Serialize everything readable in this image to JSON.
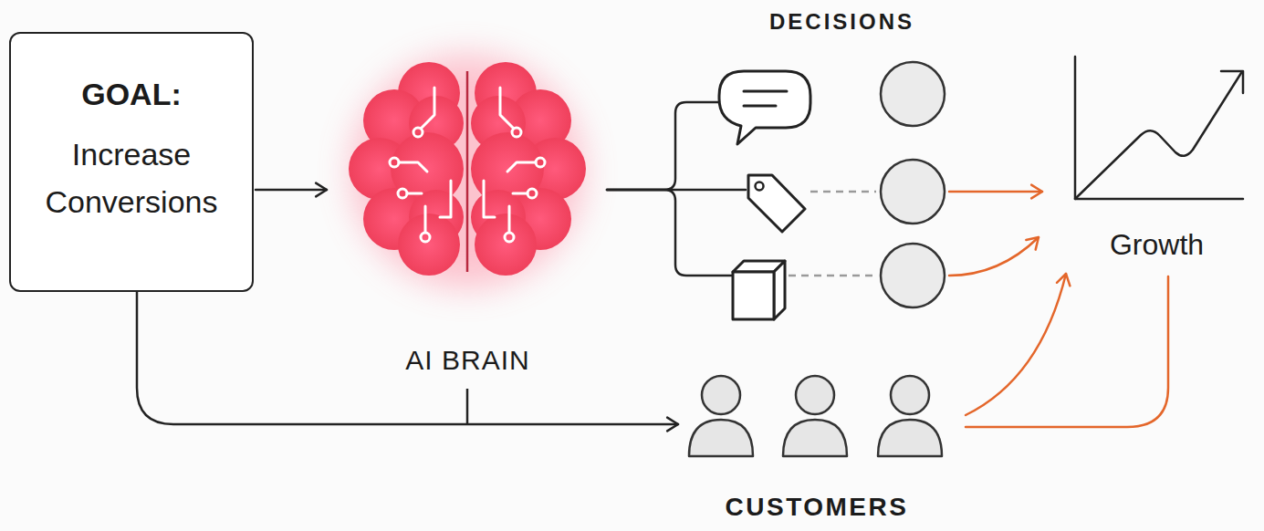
{
  "diagram": {
    "nodes": [
      {
        "text": [
          "GOAL:",
          "Increase Conversions"
        ]
      },
      {
        "text": [
          "AI BRAIN"
        ]
      },
      {
        "text": [
          "DECISIONS"
        ]
      },
      {
        "text": [
          "Growth"
        ]
      },
      {
        "text": [
          "CUSTOMERS"
        ]
      }
    ],
    "edges": [
      {
        "from": 0,
        "to": 1,
        "arrow": "to"
      },
      {
        "from": 1,
        "to": 2,
        "arrow": "none"
      },
      {
        "from": 2,
        "to": 3,
        "arrow": "to"
      },
      {
        "from": 0,
        "to": 4,
        "arrow": "to"
      },
      {
        "from": 4,
        "to": 3,
        "arrow": "to"
      },
      {
        "from": 3,
        "to": 4,
        "arrow": "none"
      }
    ]
  }
}
